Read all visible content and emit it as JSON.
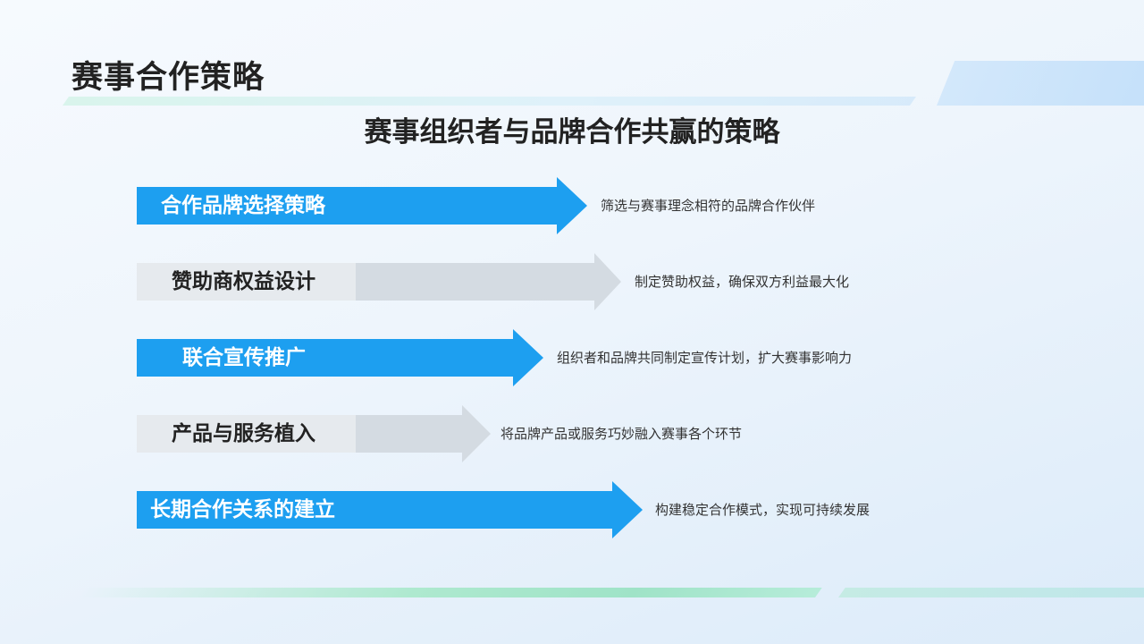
{
  "title": "赛事合作策略",
  "subtitle": "赛事组织者与品牌合作共赢的策略",
  "colors": {
    "blue_arrow": "#1d9ff0",
    "gray_arrow_light": "#e6eaee",
    "gray_arrow_dark": "#d4dbe2",
    "title_text": "#222222"
  },
  "steps": [
    {
      "label": "合作品牌选择策略",
      "description": "筛选与赛事理念相符的品牌合作伙伴",
      "style": "blue"
    },
    {
      "label": "赞助商权益设计",
      "description": "制定赞助权益，确保双方利益最大化",
      "style": "gray"
    },
    {
      "label": "联合宣传推广",
      "description": "组织者和品牌共同制定宣传计划，扩大赛事影响力",
      "style": "blue"
    },
    {
      "label": "产品与服务植入",
      "description": "将品牌产品或服务巧妙融入赛事各个环节",
      "style": "gray"
    },
    {
      "label": "长期合作关系的建立",
      "description": "构建稳定合作模式，实现可持续发展",
      "style": "blue"
    }
  ]
}
